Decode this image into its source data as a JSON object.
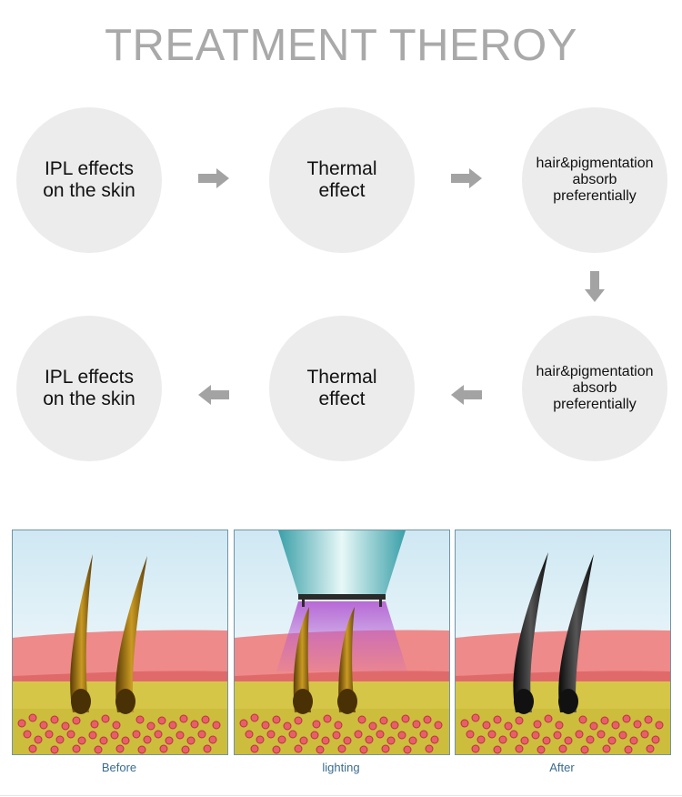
{
  "title": "TREATMENT THEROY",
  "steps": [
    {
      "text": "IPL effects\non the skin"
    },
    {
      "text": "Thermal\neffect"
    },
    {
      "text": "hair&pigmentation\nabsorb\npreferentially"
    },
    {
      "text": "hair&pigmentation\nabsorb\npreferentially"
    },
    {
      "text": "Thermal\neffect"
    },
    {
      "text": "IPL effects\non the skin"
    }
  ],
  "panels": [
    {
      "caption": "Before"
    },
    {
      "caption": "lighting"
    },
    {
      "caption": "After"
    }
  ],
  "colors": {
    "title": "#a9a9a9",
    "circle": "#ececec",
    "arrow": "#a3a3a3",
    "caption": "#3a6c8f",
    "panel_border": "#6f95a6"
  }
}
